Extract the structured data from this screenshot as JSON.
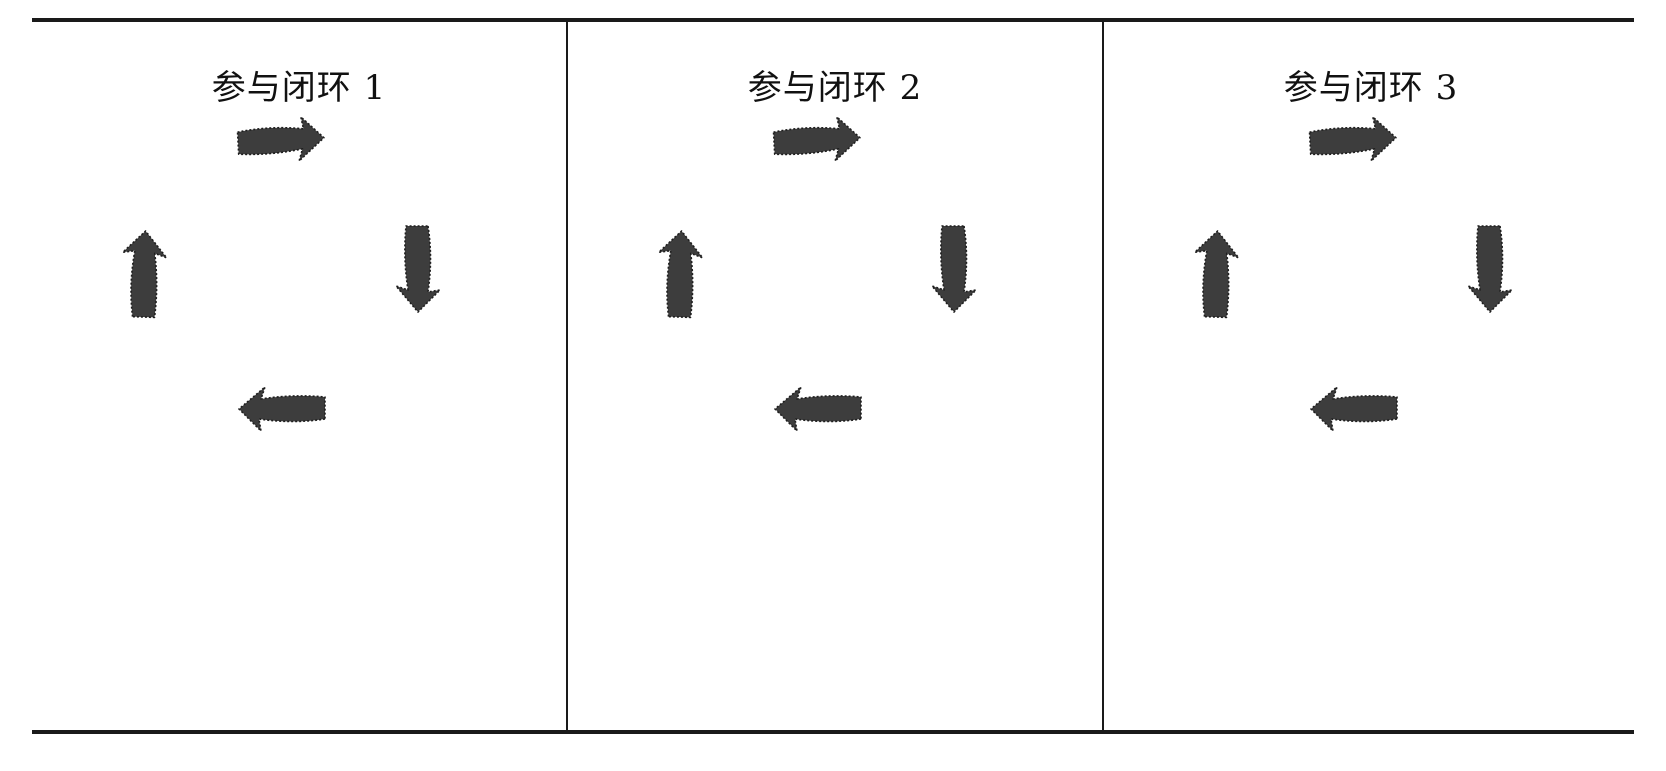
{
  "loops": [
    {
      "title": "参与闭环 1",
      "arrows": [
        "arrow-right-icon",
        "arrow-down-icon",
        "arrow-left-icon",
        "arrow-up-icon"
      ]
    },
    {
      "title": "参与闭环 2",
      "arrows": [
        "arrow-right-icon",
        "arrow-down-icon",
        "arrow-left-icon",
        "arrow-up-icon"
      ]
    },
    {
      "title": "参与闭环 3",
      "arrows": [
        "arrow-right-icon",
        "arrow-down-icon",
        "arrow-left-icon",
        "arrow-up-icon"
      ]
    }
  ],
  "colors": {
    "arrow": "#3d3d3d",
    "rule": "#1a1a1a"
  }
}
